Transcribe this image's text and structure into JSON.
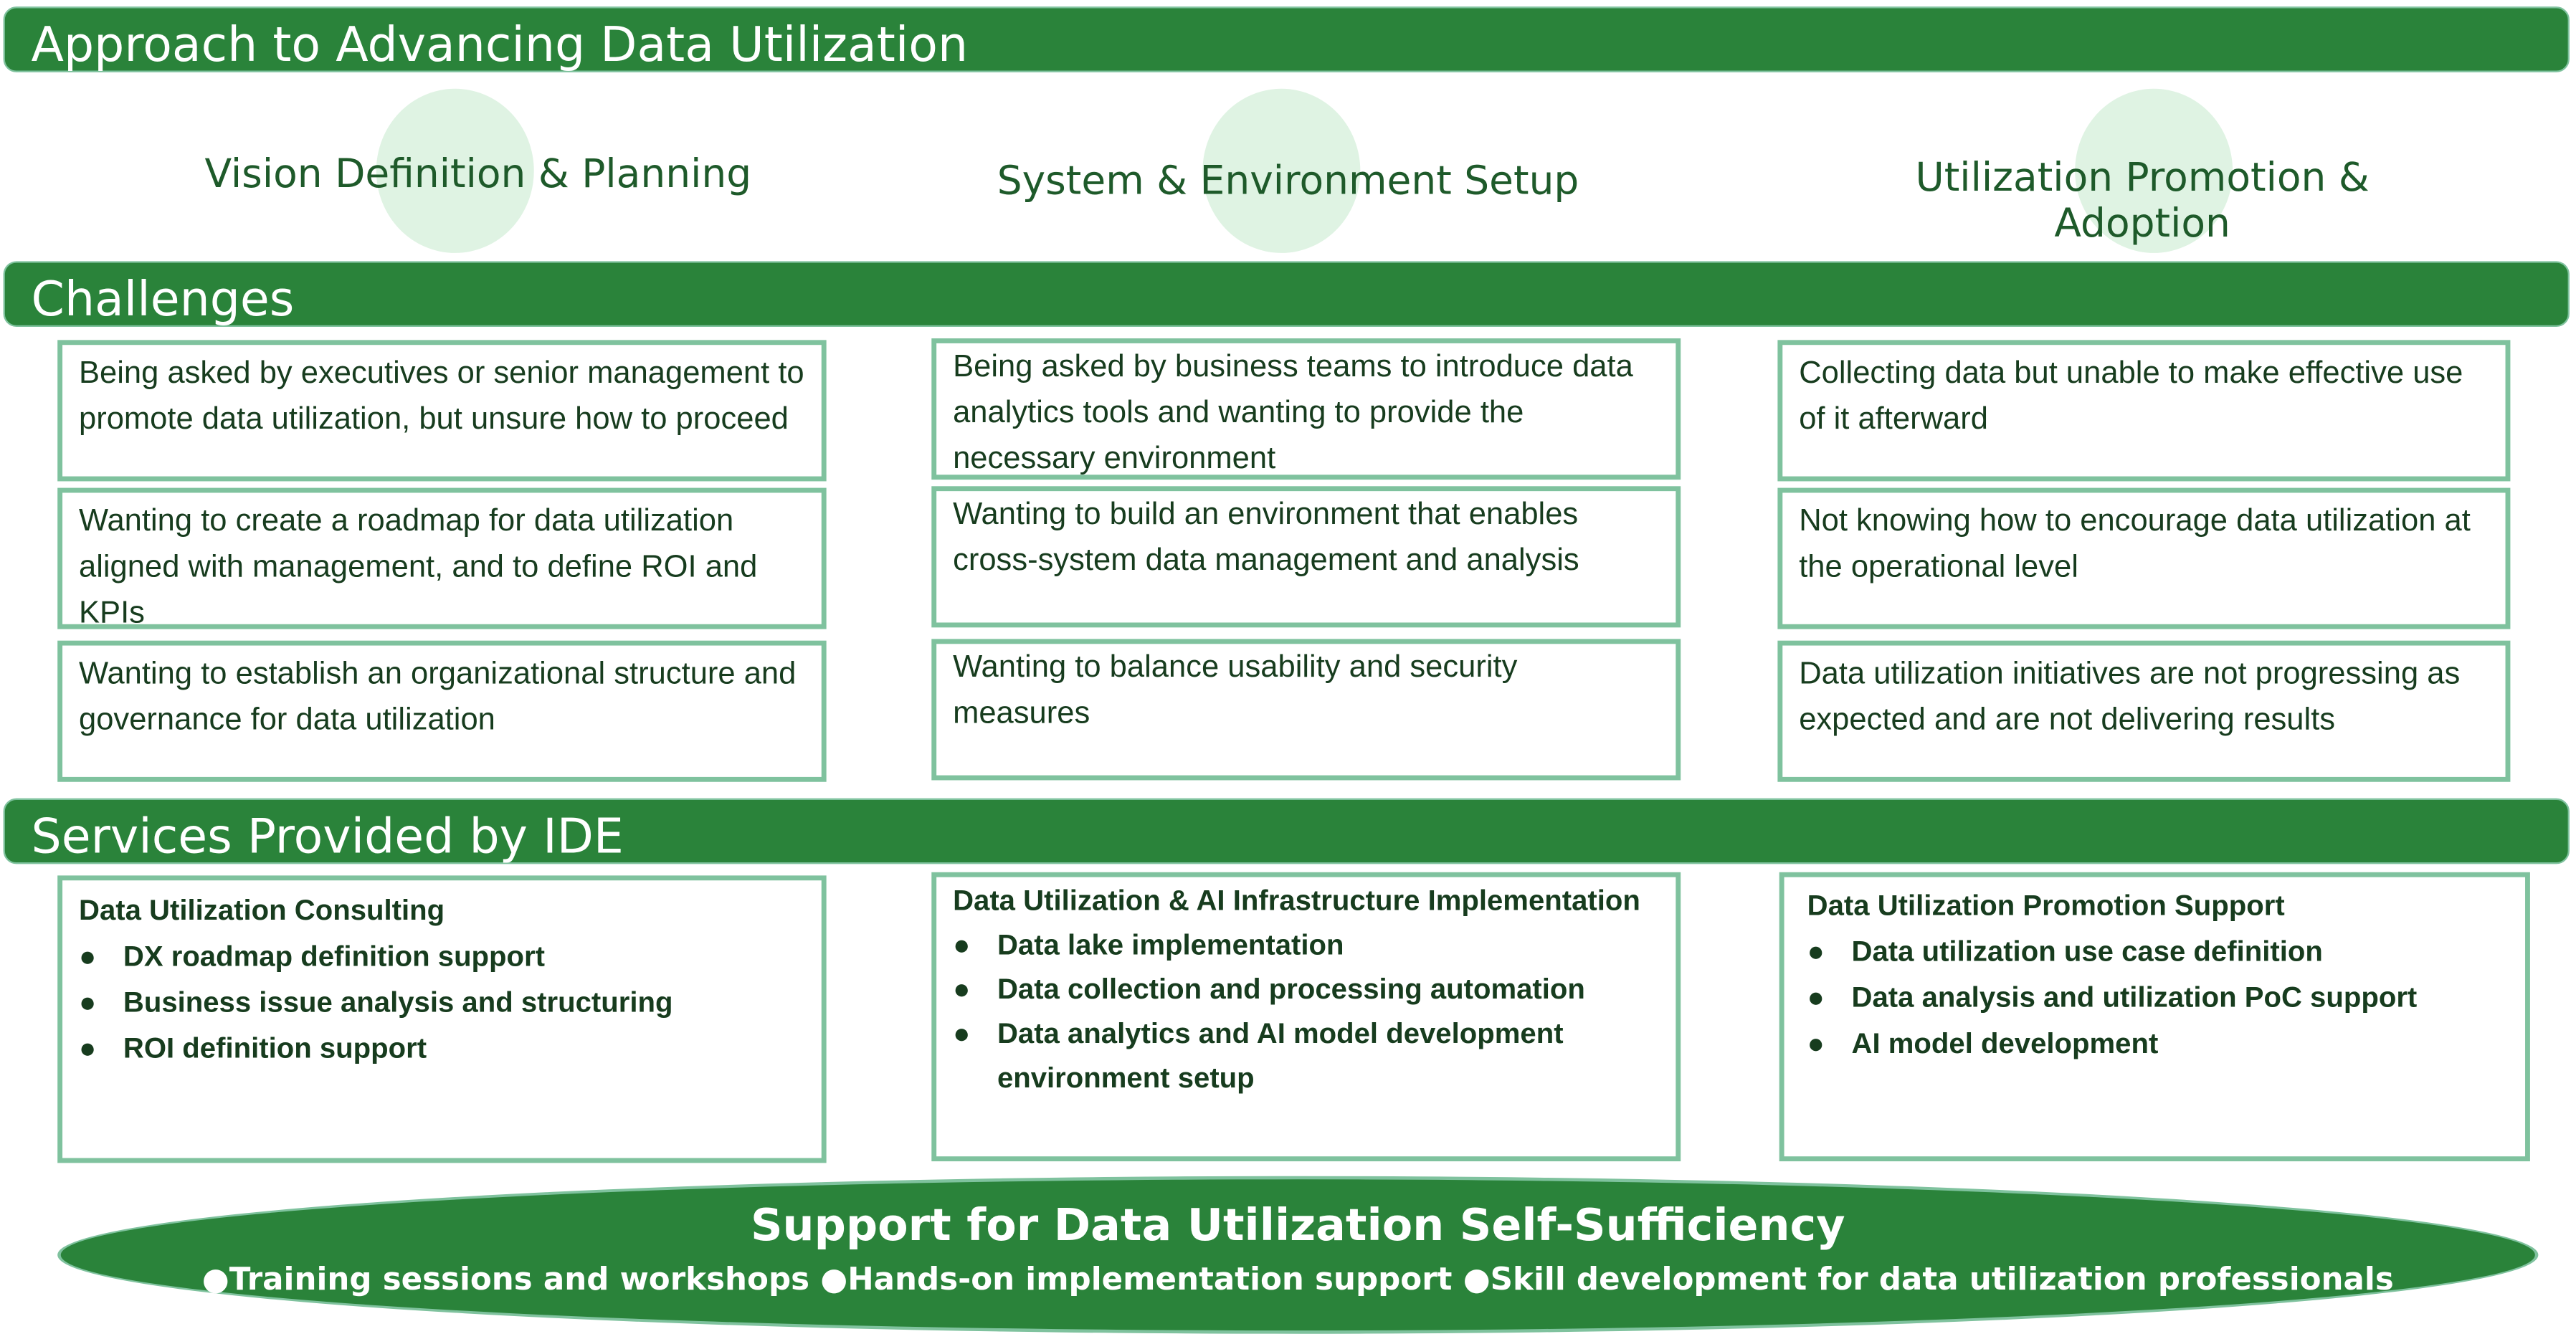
{
  "headers": {
    "approach": "Approach to Advancing Data Utilization",
    "challenges": "Challenges",
    "services": "Services Provided by IDE"
  },
  "stages": [
    "Vision Definition & Planning",
    "System & Environment Setup",
    "Utilization Promotion & Adoption"
  ],
  "challenges": [
    [
      "Being asked by executives or senior management to promote data utilization, but unsure how to proceed",
      "Wanting to create a roadmap for data utilization aligned with management, and to define ROI and KPIs",
      "Wanting to establish an organizational structure and governance for data utilization"
    ],
    [
      "Being asked by business teams to introduce data analytics tools and wanting to provide the necessary environment",
      "Wanting to build an environment that enables cross-system data management and analysis",
      "Wanting to balance usability and security measures"
    ],
    [
      "Collecting data but unable to make effective use of it afterward",
      "Not knowing how to encourage data utilization at the operational level",
      "Data utilization initiatives are not progressing as expected and are not delivering results"
    ]
  ],
  "services": [
    {
      "title": "Data Utilization Consulting",
      "items": [
        "DX roadmap definition support",
        "Business issue analysis and structuring",
        "ROI definition support"
      ]
    },
    {
      "title": "Data Utilization & AI Infrastructure Implementation",
      "items": [
        "Data lake implementation",
        "Data collection and processing automation",
        "Data analytics and AI model development environment setup"
      ]
    },
    {
      "title": "Data Utilization Promotion Support",
      "items": [
        "Data utilization use case definition",
        "Data analysis and utilization PoC support",
        "AI model development"
      ]
    }
  ],
  "self_sufficiency": {
    "title": "Support for Data Utilization Self-Sufficiency",
    "items": [
      "●Training sessions and workshops",
      "●Hands-on implementation support",
      "●Skill development for data utilization professionals"
    ]
  },
  "bullet": "●",
  "colors": {
    "primary": "#2a833a",
    "border": "#7fc29e",
    "circle": "#dff3e3",
    "text": "#173c1e"
  }
}
